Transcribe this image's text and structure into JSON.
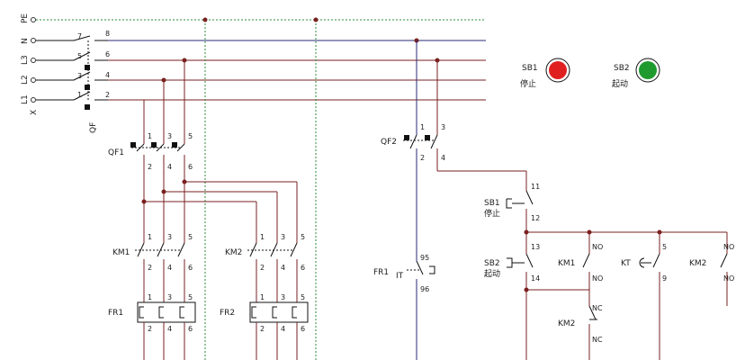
{
  "buses": {
    "pe": "PE",
    "n": "N",
    "l3": "L3",
    "l2": "L2",
    "l1": "L1",
    "x": "X"
  },
  "qf_main": {
    "label": "QF",
    "pins": [
      "7",
      "8",
      "5",
      "6",
      "3",
      "4",
      "1",
      "2"
    ]
  },
  "qf1": {
    "label": "QF1",
    "top_pins": [
      "1",
      "3",
      "5"
    ],
    "bottom_pins": [
      "2",
      "4",
      "6"
    ]
  },
  "qf2": {
    "label": "QF2",
    "top_pins": [
      "1",
      "3"
    ],
    "bottom_pins": [
      "2",
      "4"
    ]
  },
  "km1": {
    "label": "KM1",
    "top_pins": [
      "1",
      "3",
      "5"
    ],
    "bottom_pins": [
      "2",
      "4",
      "6"
    ]
  },
  "km2": {
    "label": "KM2",
    "top_pins": [
      "1",
      "3",
      "5"
    ],
    "bottom_pins": [
      "2",
      "4",
      "6"
    ]
  },
  "fr1": {
    "label": "FR1",
    "top_pins": [
      "1",
      "3",
      "5"
    ],
    "bottom_pins": [
      "2",
      "4",
      "6"
    ]
  },
  "fr2": {
    "label": "FR2",
    "top_pins": [
      "1",
      "3",
      "5"
    ],
    "bottom_pins": [
      "2",
      "4",
      "6"
    ]
  },
  "buttons": {
    "sb1": {
      "code": "SB1",
      "name": "停止",
      "color": "#e02020"
    },
    "sb2": {
      "code": "SB2",
      "name": "起动",
      "color": "#1f9a2e"
    }
  },
  "control": {
    "fr1_contact": {
      "label": "FR1",
      "pin_top": "95",
      "pin_bottom": "96"
    },
    "sb1": {
      "code": "SB1",
      "name": "停止",
      "pin_top": "11",
      "pin_bottom": "12"
    },
    "sb2": {
      "code": "SB2",
      "name": "起动",
      "pin_top": "13",
      "pin_bottom": "14"
    },
    "km1_aux": {
      "label": "KM1",
      "top": "NO",
      "bottom": "NO"
    },
    "km2_nc": {
      "label": "KM2",
      "top": "NC",
      "bottom": "NC"
    },
    "kt": {
      "label": "KT",
      "pin_top": "5",
      "pin_bottom": "9"
    },
    "km2_aux": {
      "label": "KM2",
      "top": "NO",
      "bottom": "NO"
    },
    "no_top_km1": "NO"
  },
  "colors": {
    "wire": "#7a2020",
    "neutral": "#2a2a7a",
    "pe": "#2e8b3a"
  }
}
